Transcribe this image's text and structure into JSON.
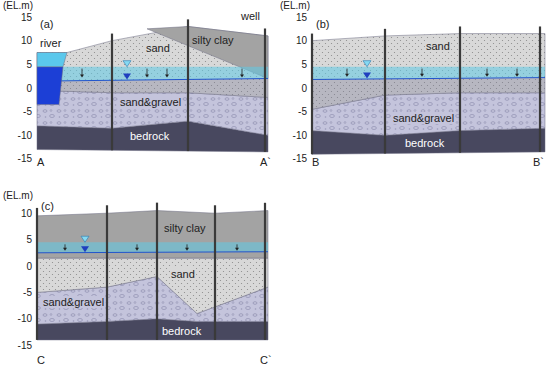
{
  "diagram": {
    "labels": [
      "(EL.m)",
      "15",
      "10",
      "5",
      "0",
      "-5",
      "-10",
      "-15",
      "(a)",
      "river",
      "well",
      "sand",
      "silty clay",
      "sand&gravel",
      "bedrock",
      "A",
      "A`",
      "(EL.m)",
      "15",
      "10",
      "5",
      "0",
      "-5",
      "-10",
      "-15",
      "(b)",
      "sand",
      "sand&gravel",
      "bedrock",
      "B",
      "B`",
      "(EL.m)",
      "10",
      "5",
      "0",
      "-5",
      "-10",
      "-15",
      "(c)",
      "silty clay",
      "sand",
      "sand&gravel",
      "bedrock",
      "C",
      "C`"
    ]
  }
}
